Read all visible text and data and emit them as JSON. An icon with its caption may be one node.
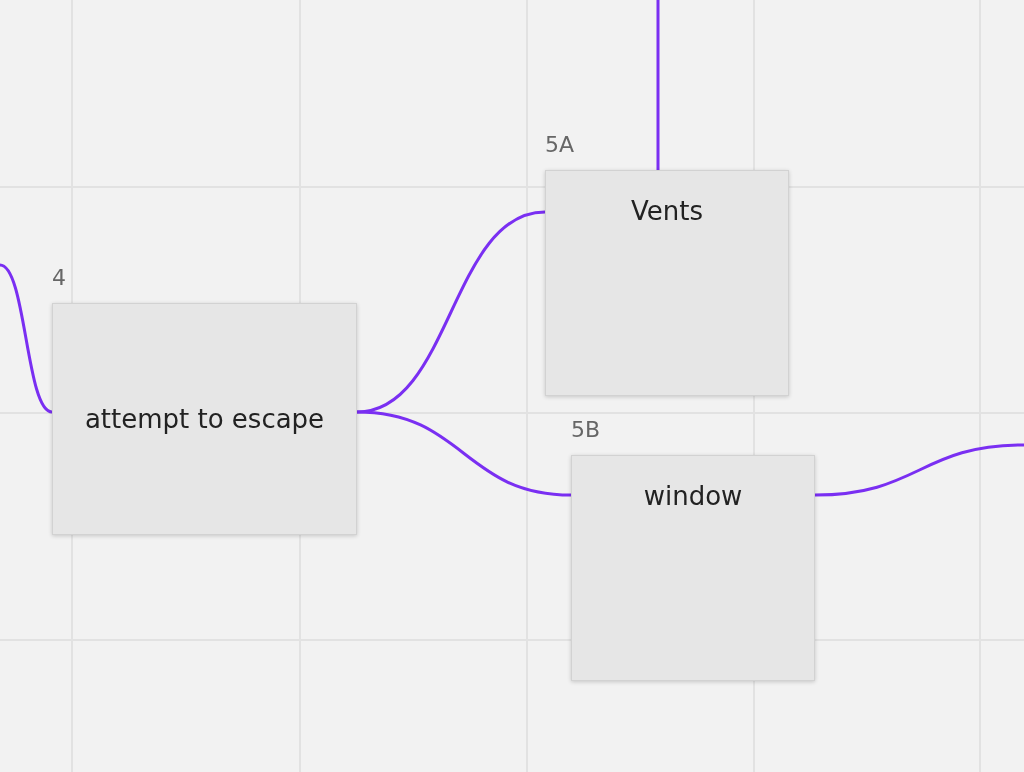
{
  "diagram": {
    "nodes": [
      {
        "text": [
          "4",
          "attempt to escape"
        ]
      },
      {
        "text": [
          "5A",
          "Vents"
        ]
      },
      {
        "text": [
          "5B",
          "window"
        ]
      }
    ],
    "edges": [
      {
        "from": null,
        "to": 0,
        "arrow": "none"
      },
      {
        "from": 0,
        "to": 1,
        "arrow": "none"
      },
      {
        "from": 0,
        "to": 2,
        "arrow": "none"
      },
      {
        "from": null,
        "to": 1,
        "arrow": "none"
      },
      {
        "from": 2,
        "to": null,
        "arrow": "none"
      }
    ]
  }
}
